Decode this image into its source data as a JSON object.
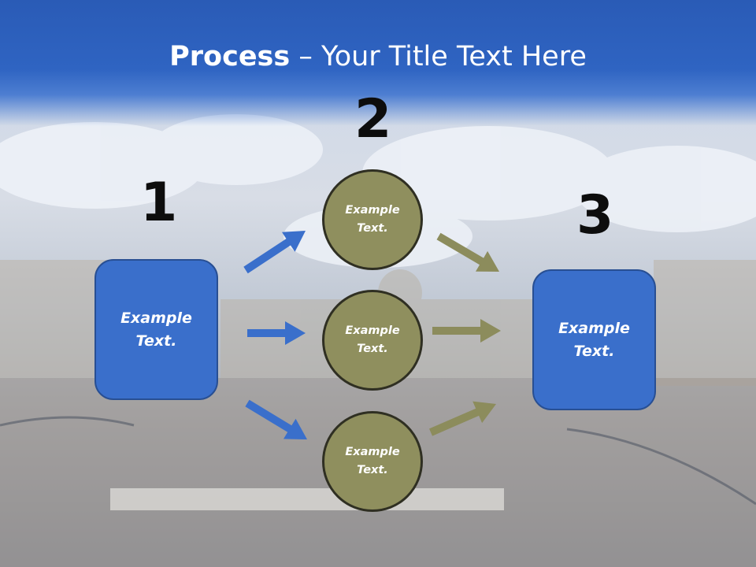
{
  "title": {
    "bold": "Process",
    "rest": " – Your Title Text Here"
  },
  "steps": [
    {
      "number": "1",
      "box_text": "Example\nText."
    },
    {
      "number": "2",
      "circles": [
        "Example\nText.",
        "Example\nText.",
        "Example\nText."
      ]
    },
    {
      "number": "3",
      "box_text": "Example\nText."
    }
  ],
  "colors": {
    "box_fill": "#3a6fcb",
    "circle_fill": "#8f8f5e",
    "arrow_blue": "#3a6fcb",
    "arrow_olive": "#8c8c5c",
    "title_band": "#2f64c2"
  }
}
